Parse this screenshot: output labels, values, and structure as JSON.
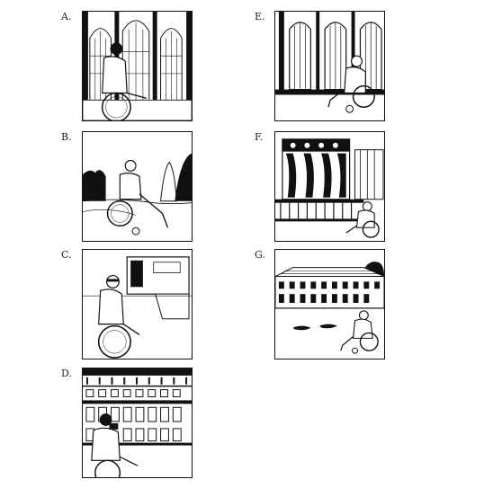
{
  "panels": [
    {
      "id": "A",
      "label": "A.",
      "scene": "cathedral-interior"
    },
    {
      "id": "B",
      "label": "B.",
      "scene": "outdoor-rocks"
    },
    {
      "id": "C",
      "label": "C.",
      "scene": "vehicle-ramp"
    },
    {
      "id": "D",
      "label": "D.",
      "scene": "building-facade"
    },
    {
      "id": "E",
      "label": "E.",
      "scene": "arched-hall"
    },
    {
      "id": "F",
      "label": "F.",
      "scene": "stage-with-railing"
    },
    {
      "id": "G",
      "label": "G.",
      "scene": "village-plaza"
    }
  ],
  "colors": {
    "ink": "#111111",
    "paper": "#ffffff"
  }
}
